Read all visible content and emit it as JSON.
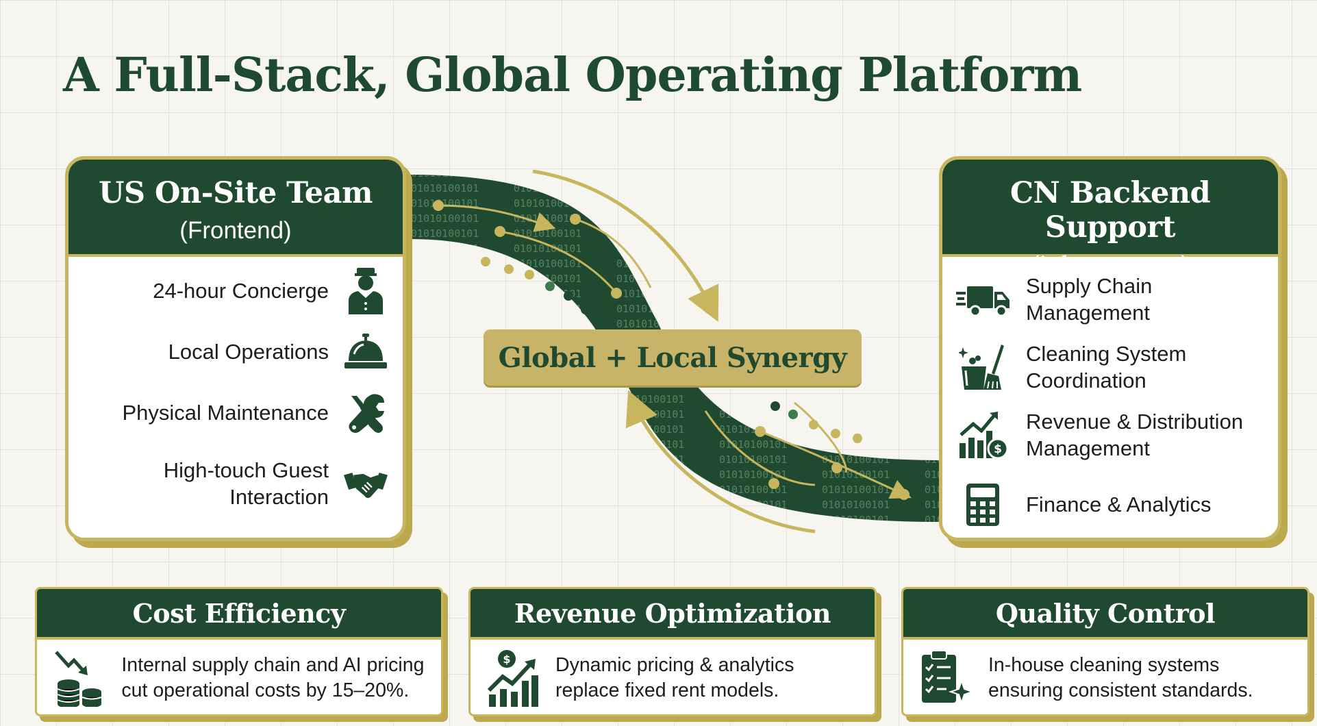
{
  "title": "A Full-Stack, Global Operating Platform",
  "us_team": {
    "title": "US On-Site Team",
    "subtitle": "(Frontend)",
    "items": [
      {
        "label": "24-hour Concierge",
        "icon": "concierge-person-icon"
      },
      {
        "label": "Local Operations",
        "icon": "service-bell-icon"
      },
      {
        "label": "Physical Maintenance",
        "icon": "wrench-screwdriver-icon"
      },
      {
        "label": "High-touch Guest Interaction",
        "icon": "handshake-icon"
      }
    ]
  },
  "cn_team": {
    "title": "CN Backend Support",
    "subtitle": "(Infrastructure)",
    "items": [
      {
        "label": "Supply Chain Management",
        "icon": "delivery-truck-icon"
      },
      {
        "label": "Cleaning System Coordination",
        "icon": "cleaning-bucket-broom-icon"
      },
      {
        "label": "Revenue & Distribution Management",
        "icon": "growth-chart-dollar-icon"
      },
      {
        "label": "Finance & Analytics",
        "icon": "calculator-icon"
      }
    ]
  },
  "synergy_label": "Global + Local Synergy",
  "benefits": [
    {
      "title": "Cost Efficiency",
      "text": "Internal supply chain and AI pricing cut operational costs by 15–20%.",
      "icon": "falling-cost-coins-icon"
    },
    {
      "title": "Revenue Optimization",
      "text": "Dynamic pricing & analytics replace fixed rent models.",
      "icon": "rising-revenue-chart-icon"
    },
    {
      "title": "Quality Control",
      "text": "In-house cleaning systems ensuring consistent standards.",
      "icon": "checklist-clipboard-icon"
    }
  ],
  "colors": {
    "dark_green": "#1f4a30",
    "gold": "#c8b65e",
    "background": "#f6f5f0"
  }
}
